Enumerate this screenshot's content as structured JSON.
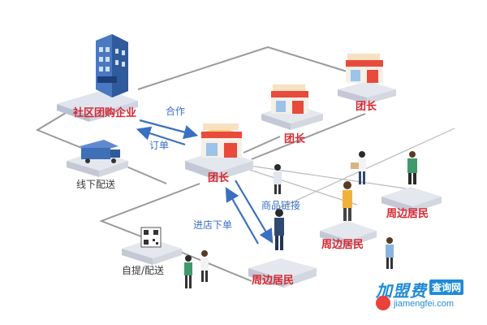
{
  "labels": {
    "enterprise": "社区团购企业",
    "cooperation": "合作",
    "order": "订单",
    "offline_delivery": "线下配送",
    "leader_main": "团长",
    "leader_center": "团长",
    "leader_right": "团长",
    "product_link": "商品链接",
    "store_order": "进店下单",
    "pickup_delivery": "自提/配送",
    "residents_bottom": "周边居民",
    "residents_mid": "周边居民",
    "residents_right": "周边居民"
  },
  "watermark": {
    "brand": "加盟费",
    "box": "查询网",
    "url": "jiamengfei.com"
  },
  "colors": {
    "label_red": "#d8262f",
    "arrow_blue": "#3b6fc4",
    "store_red": "#e84a3b",
    "building_blue": "#3f6fb6"
  }
}
